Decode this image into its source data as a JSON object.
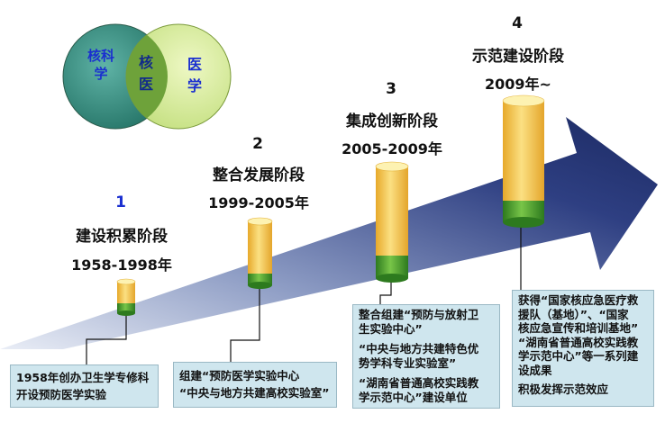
{
  "venn": {
    "left": "核科学",
    "center": "核医",
    "right": "医学",
    "colors": {
      "left": "#2f8a7d",
      "right": "#d6ec98",
      "overlap": "#6ea23a",
      "left_text": "#1a2fd0",
      "center_text": "#112a8a",
      "right_text": "#1a2fd0"
    }
  },
  "stages": [
    {
      "num": "1",
      "name": "建设积累阶段",
      "years": "1958-1998年",
      "num_color": "#1a2fd0",
      "desc": [
        "1958年创办卫生学专修科",
        "开设预防医学实验"
      ]
    },
    {
      "num": "2",
      "name": "整合发展阶段",
      "years": "1999-2005年",
      "num_color": "#111111",
      "desc": [
        "组建“预防医学实验中心",
        "“中央与地方共建高校实验室”"
      ]
    },
    {
      "num": "3",
      "name": "集成创新阶段",
      "years": "2005-2009年",
      "num_color": "#111111",
      "desc": [
        "整合组建“预防与放射卫",
        "生实验中心”",
        "",
        "“中央与地方共建特色优",
        "势学科专业实验室”",
        "",
        "“湖南省普通高校实践教",
        "学示范中心”建设单位"
      ]
    },
    {
      "num": "4",
      "name": "示范建设阶段",
      "years": "2009年~",
      "num_color": "#111111",
      "desc": [
        "获得“国家核应急医疗救",
        "援队（基地）”、“国家",
        "核应急宣传和培训基地”",
        "“湖南省普通高校实践教",
        "学示范中心”等一系列建",
        "设成果",
        "",
        "积极发挥示范效应"
      ]
    }
  ],
  "colors": {
    "arrow_light": "#e9edf6",
    "arrow_dark": "#1c2a63",
    "cyl_top": "#fdf2b2",
    "cyl_body": "#f4c64a",
    "cyl_base": "#3e9a2a",
    "box_bg": "#cfe6ee"
  }
}
